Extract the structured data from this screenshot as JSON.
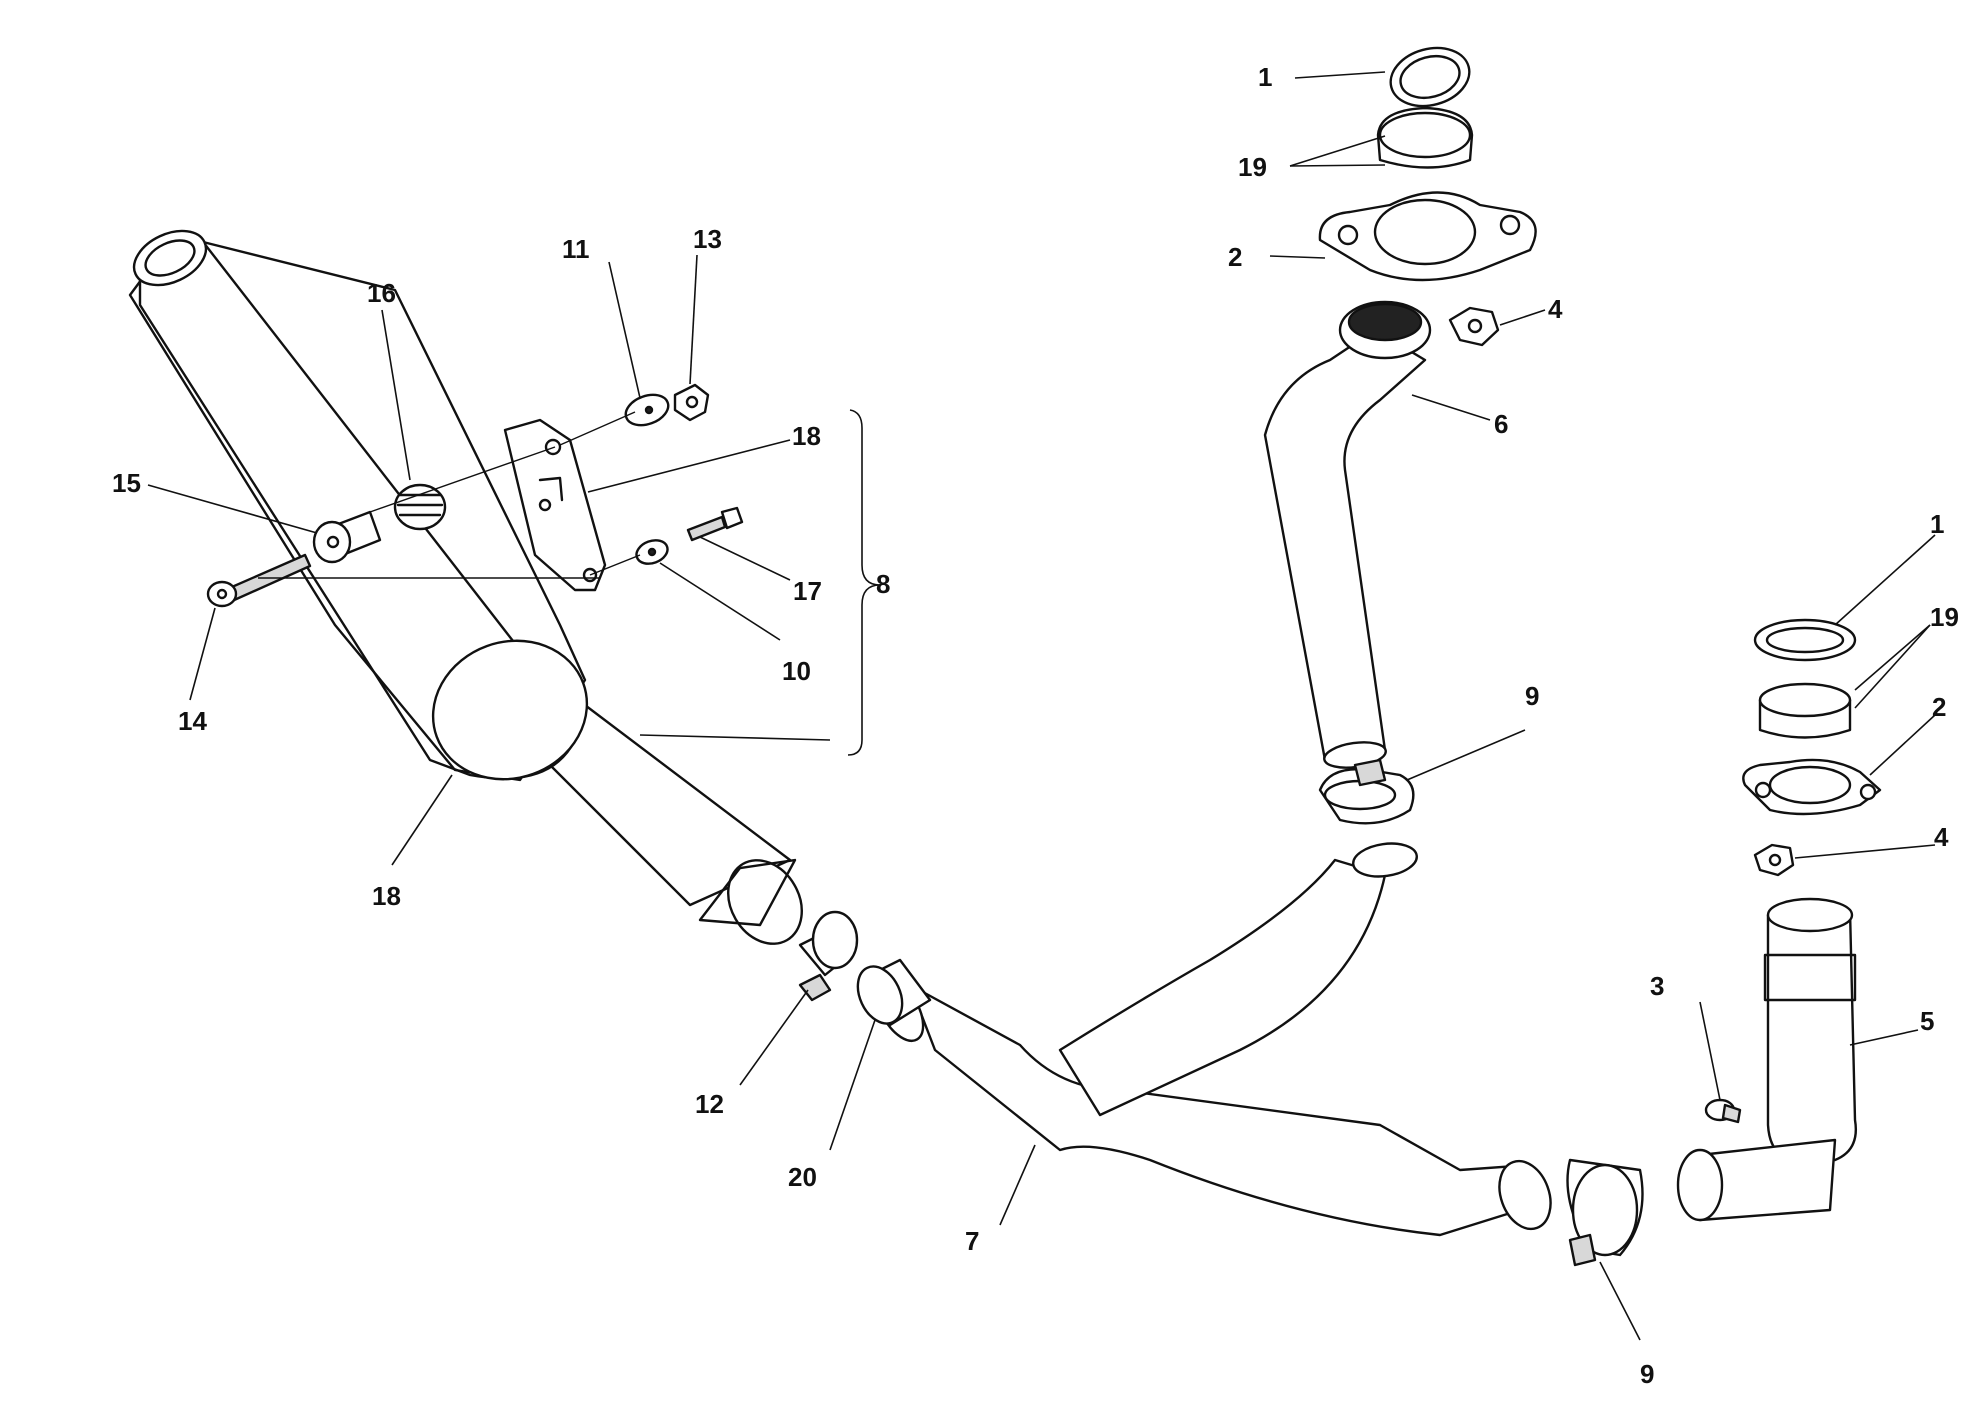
{
  "callouts": {
    "c1a": "1",
    "c19a": "19",
    "c2a": "2",
    "c4a": "4",
    "c6": "6",
    "c11": "11",
    "c13": "13",
    "c16": "16",
    "c18a": "18",
    "c15": "15",
    "c17": "17",
    "c8": "8",
    "c10": "10",
    "c14": "14",
    "c9a": "9",
    "c18b": "18",
    "c1b": "1",
    "c19b": "19",
    "c2b": "2",
    "c4b": "4",
    "c3": "3",
    "c5": "5",
    "c12": "12",
    "c20": "20",
    "c7": "7",
    "c9b": "9"
  },
  "colors": {
    "line": "#111111",
    "background": "#ffffff"
  }
}
